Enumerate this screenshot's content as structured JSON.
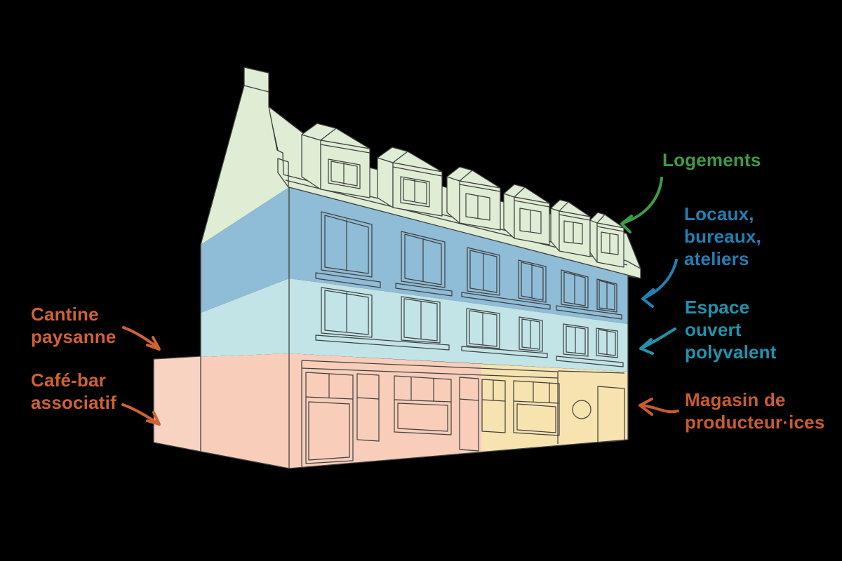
{
  "palette": {
    "background": "#000000",
    "outline": "#3f3f3f",
    "roof_green": "#deedd4",
    "upper_floor_blue": "#8fbcd6",
    "first_floor_blue": "#c2e4e7",
    "ground_pink": "#f8ceba",
    "ground_yellow": "#f7e3b0",
    "annex_pink": "#f9d3c2"
  },
  "annotations": {
    "logements": {
      "label": "Logements",
      "color": "#3f9b45",
      "points_to": "attic roof level with dormers"
    },
    "locaux": {
      "label": "Locaux,\nbureaux,\nateliers",
      "color": "#2080b4",
      "points_to": "second floor (dark blue)"
    },
    "espace": {
      "label": "Espace\nouvert\npolyvalent",
      "color": "#2093ae",
      "points_to": "first floor (light blue)"
    },
    "magasin": {
      "label": "Magasin de\nproducteur·ices",
      "color": "#c85c2f",
      "points_to": "ground floor right (yellow)"
    },
    "cantine": {
      "label": "Cantine\npaysanne",
      "color": "#d06233",
      "points_to": "side annex (pink)"
    },
    "cafe_bar": {
      "label": "Café-bar\nassociatif",
      "color": "#d06233",
      "points_to": "ground floor left (pink)"
    }
  }
}
